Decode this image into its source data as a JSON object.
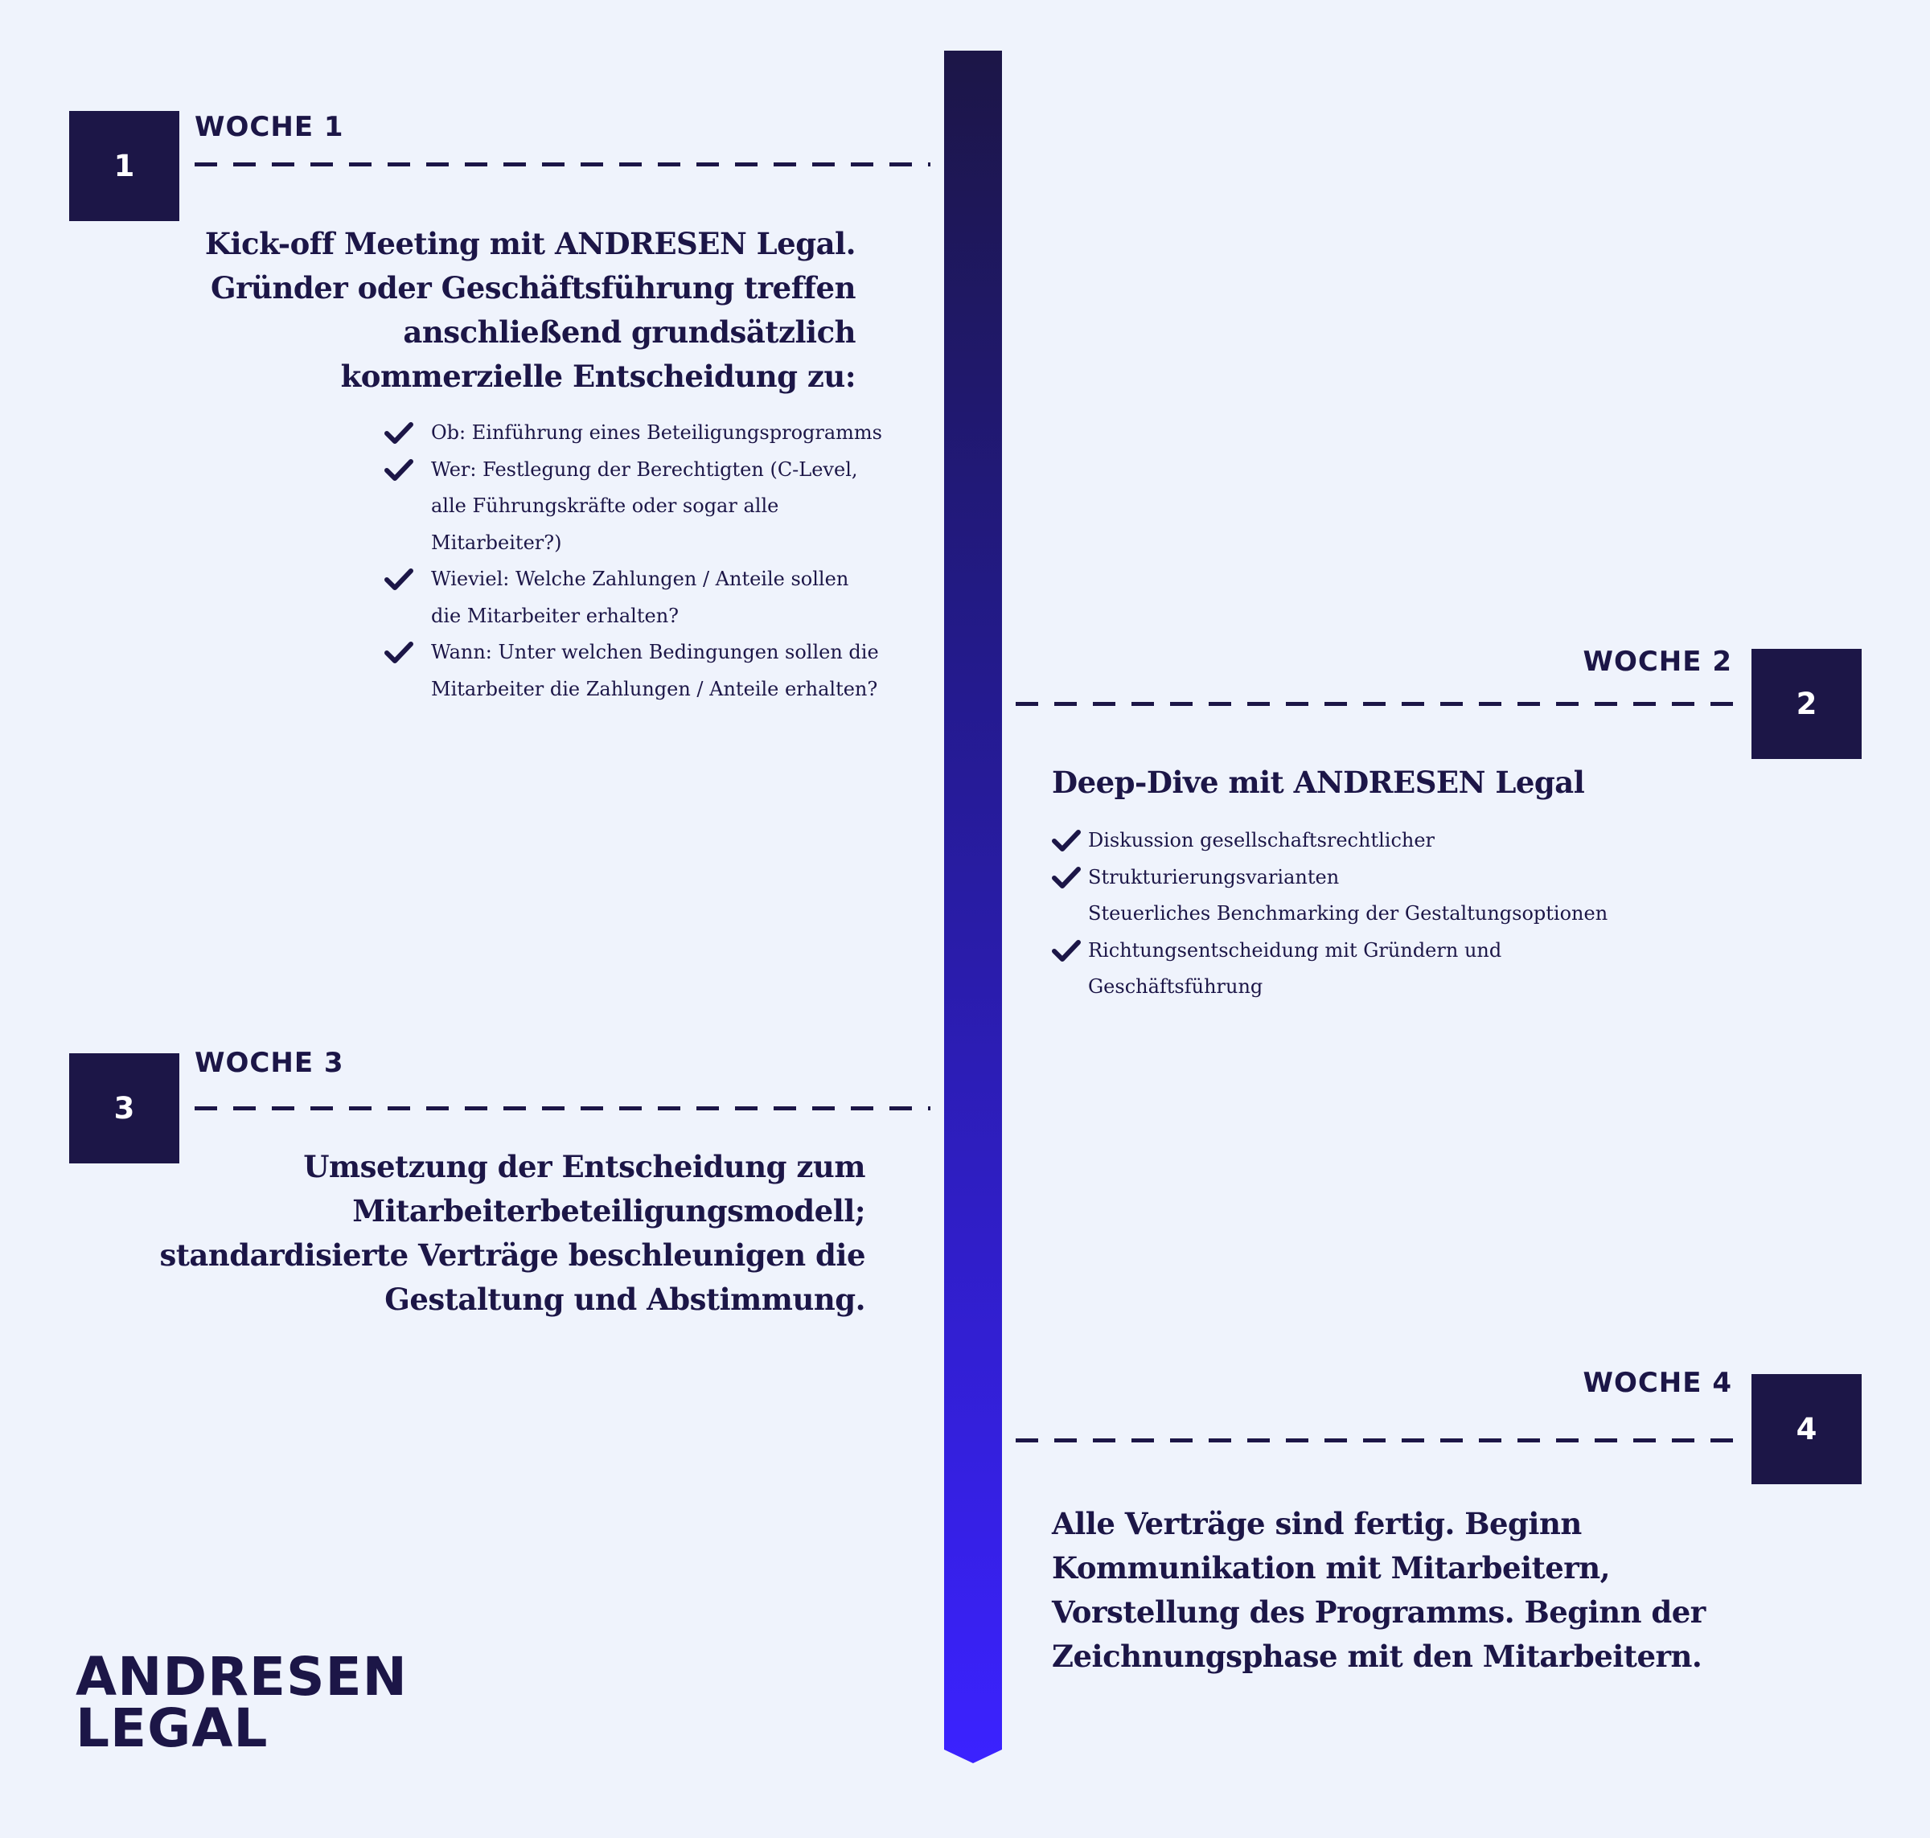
{
  "colors": {
    "background": "#eff3fc",
    "navy": "#1c1647",
    "bar_top": "#1c1647",
    "bar_bottom": "#3b22ff"
  },
  "steps": [
    {
      "number": "1",
      "week": "WOCHE 1",
      "headline": [
        "Kick-off Meeting mit ANDRESEN Legal.",
        "Gründer oder Geschäftsführung treffen",
        "anschließend grundsätzlich",
        "kommerzielle Entscheidung zu:"
      ],
      "items": [
        "Ob: Einführung eines Beteiligungsprogramms",
        "Wer: Festlegung der Berechtigten (C-Level, alle Führungskräfte oder sogar alle Mitarbeiter?)",
        "Wieviel: Welche Zahlungen / Anteile sollen die Mitarbeiter erhalten?",
        "Wann: Unter welchen Bedingungen sollen die Mitarbeiter die Zahlungen / Anteile erhalten?"
      ]
    },
    {
      "number": "2",
      "week": "WOCHE 2",
      "headline": [
        "Deep-Dive mit ANDRESEN Legal"
      ],
      "items": [
        "Diskussion gesellschaftsrechtlicher",
        "Strukturierungsvarianten",
        "Richtungsentscheidung mit Gründern und Geschäftsführung"
      ],
      "plain_line": "Steuerliches Benchmarking der Gestaltungsoptionen"
    },
    {
      "number": "3",
      "week": "WOCHE 3",
      "headline": [
        "Umsetzung der Entscheidung zum",
        "Mitarbeiterbeteiligungsmodell;",
        "standardisierte Verträge beschleunigen die",
        "Gestaltung und Abstimmung."
      ]
    },
    {
      "number": "4",
      "week": "WOCHE 4",
      "headline": [
        "Alle Verträge sind fertig. Beginn",
        "Kommunikation mit Mitarbeitern,",
        "Vorstellung des Programms. Beginn der",
        "Zeichnungsphase mit den Mitarbeitern."
      ]
    }
  ],
  "logo": {
    "line1": "ANDRESEN",
    "line2": "LEGAL"
  }
}
